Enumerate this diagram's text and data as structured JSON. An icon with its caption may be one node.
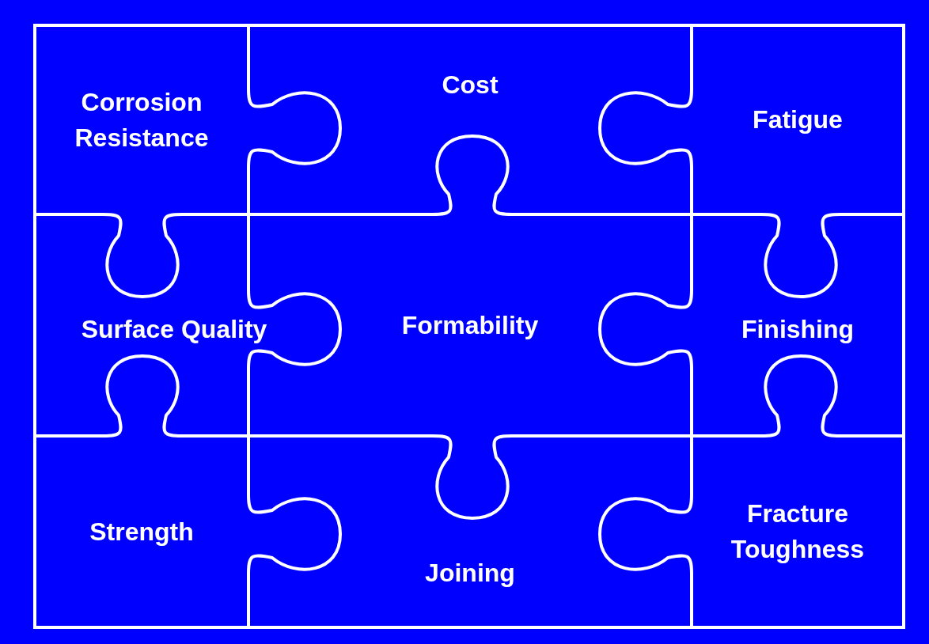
{
  "diagram": {
    "nodes": [
      {
        "text": [
          "Corrosion Resistance"
        ]
      },
      {
        "text": [
          "Cost"
        ]
      },
      {
        "text": [
          "Fatigue"
        ]
      },
      {
        "text": [
          "Surface Quality"
        ]
      },
      {
        "text": [
          "Formability"
        ]
      },
      {
        "text": [
          "Finishing"
        ]
      },
      {
        "text": [
          "Strength"
        ]
      },
      {
        "text": [
          "Joining"
        ]
      },
      {
        "text": [
          "Fracture Toughness"
        ]
      }
    ]
  }
}
